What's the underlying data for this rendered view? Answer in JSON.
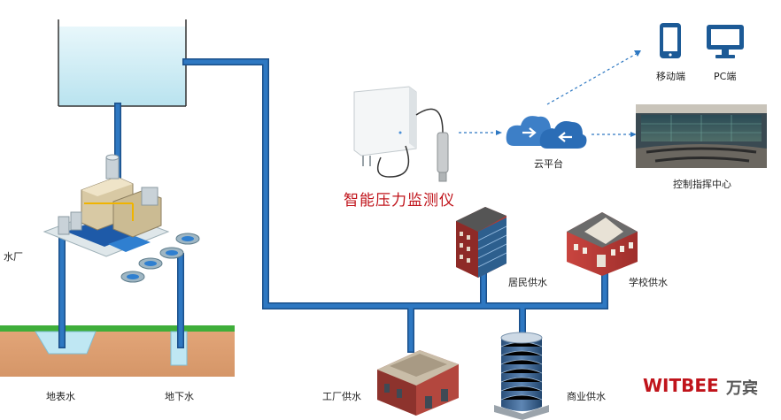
{
  "labels": {
    "water_plant": "水厂",
    "surface_water": "地表水",
    "ground_water": "地下水",
    "factory": "工厂供水",
    "commercial": "商业供水",
    "residential": "居民供水",
    "school": "学校供水",
    "monitor": "智能压力监测仪",
    "cloud": "云平台",
    "mobile": "移动端",
    "pc": "PC端",
    "control_center": "控制指挥中心"
  },
  "brand": {
    "name": "WITBEE",
    "cn": "万宾",
    "color": "#c0141b"
  },
  "colors": {
    "pipe": "#2e78c2",
    "pipe_outline": "#1a4f8a",
    "accent_red": "#c0141b",
    "cloud": "#3d7fc7"
  }
}
